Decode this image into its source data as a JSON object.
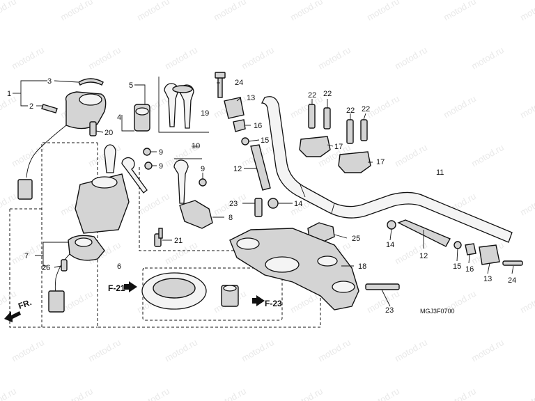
{
  "watermark": "motod.ru",
  "diagram_code": "MGJ3F0700",
  "ref_tags": {
    "f21": "F-21",
    "f23": "F-23"
  },
  "front_marker": "FR.",
  "callouts": {
    "c1": "1",
    "c2": "2",
    "c3": "3",
    "c4": "4",
    "c5": "5",
    "c6": "6",
    "c7": "7",
    "c8": "8",
    "c9a": "9",
    "c9b": "9",
    "c9c": "9",
    "c10": "10",
    "c11": "11",
    "c12a": "12",
    "c12b": "12",
    "c13a": "13",
    "c13b": "13",
    "c14a": "14",
    "c14b": "14",
    "c15a": "15",
    "c15b": "15",
    "c16a": "16",
    "c16b": "16",
    "c17a": "17",
    "c17b": "17",
    "c18": "18",
    "c19": "19",
    "c20": "20",
    "c21": "21",
    "c22a": "22",
    "c22b": "22",
    "c22c": "22",
    "c22d": "22",
    "c23a": "23",
    "c23b": "23",
    "c24a": "24",
    "c24b": "24",
    "c25": "25",
    "c26": "26"
  }
}
